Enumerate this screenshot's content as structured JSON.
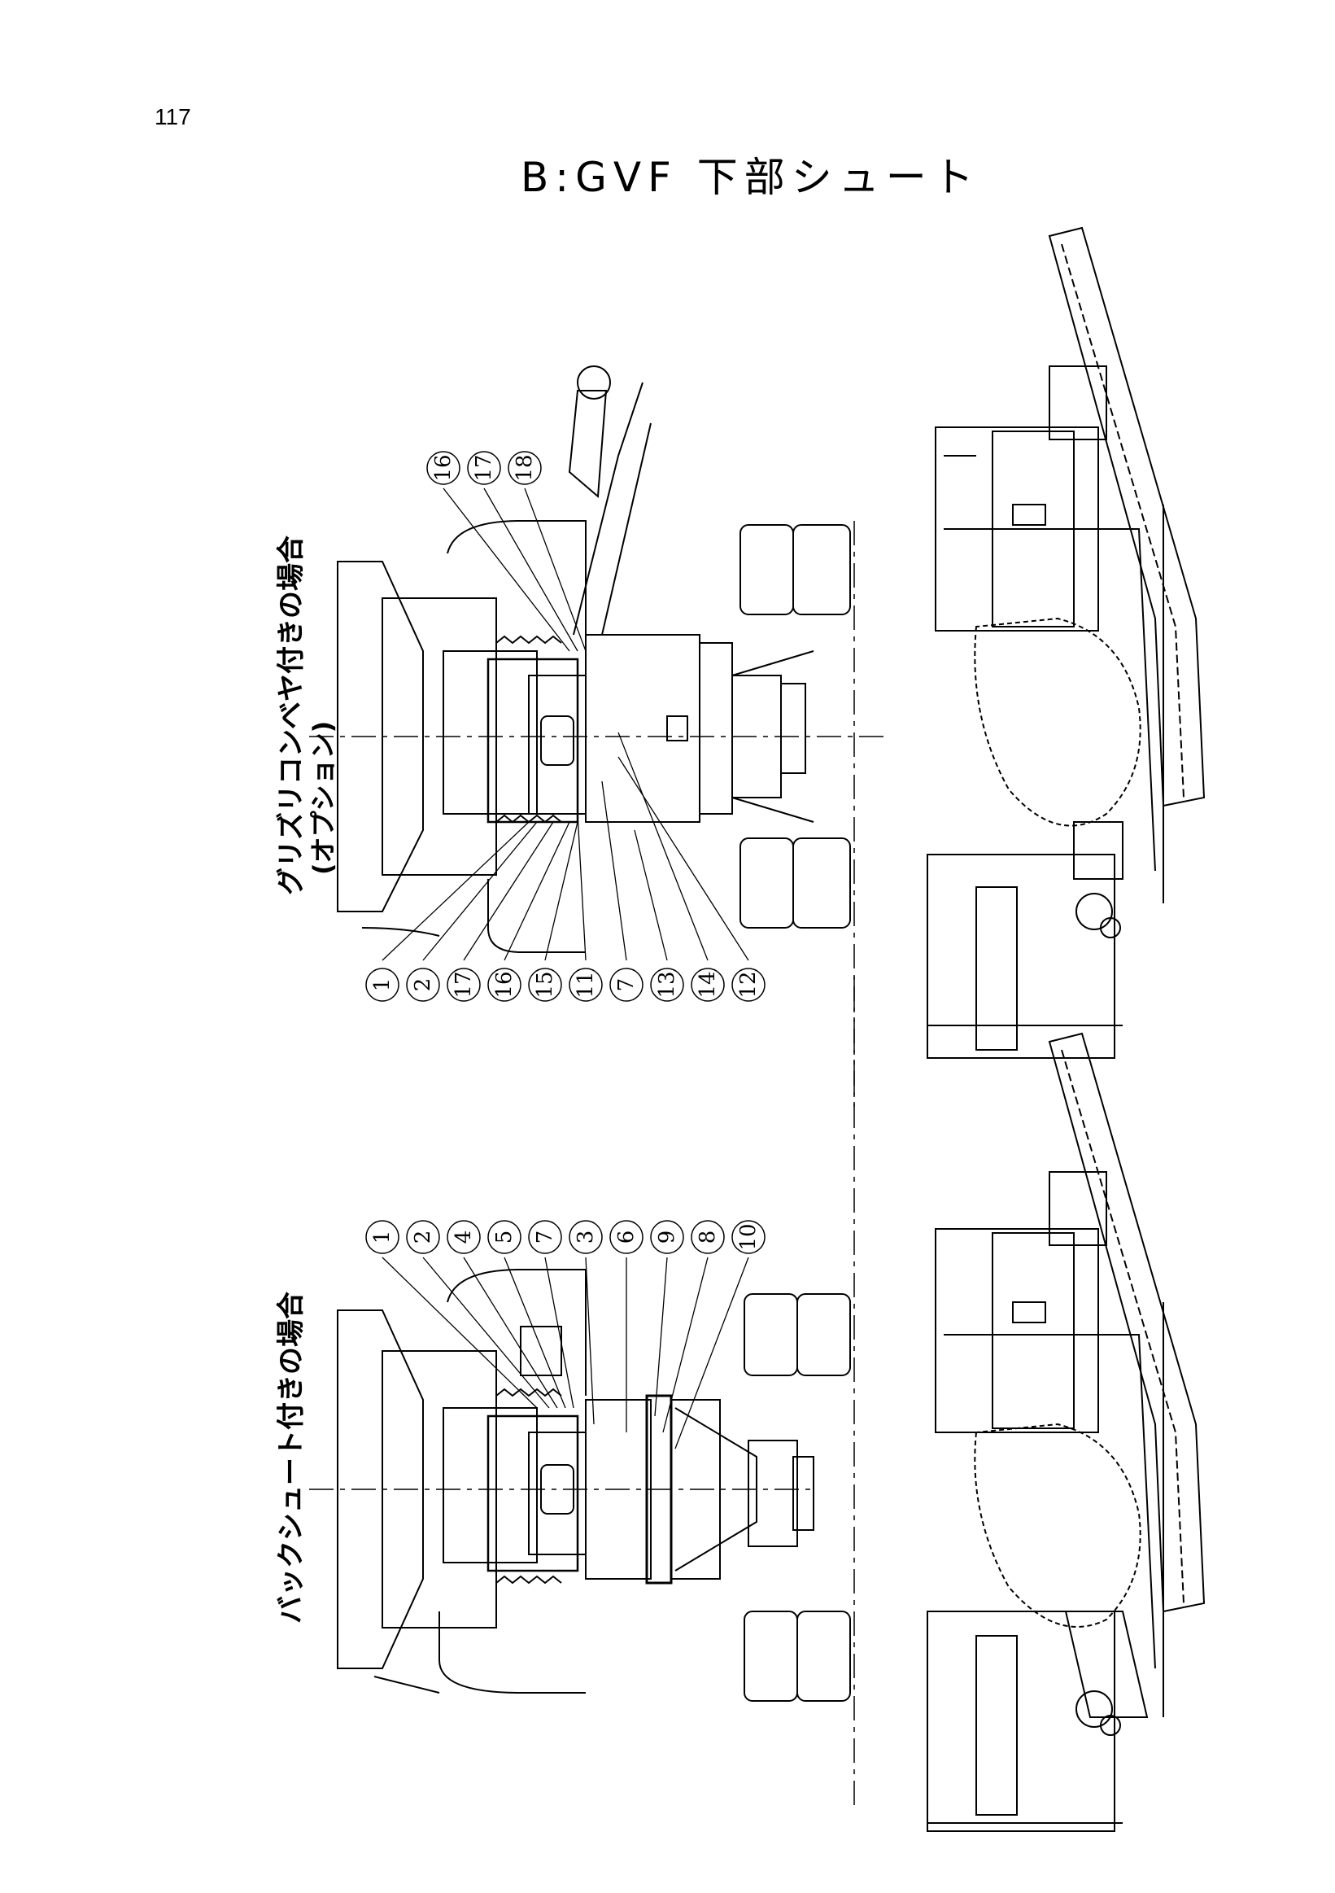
{
  "page_number": "117",
  "title": "B:GVF 下部シュート",
  "top_view_label": "グリズリコンベヤ付きの場合",
  "top_view_sublabel": "(オプション)",
  "bottom_view_label": "バックシュート付きの場合",
  "top_callouts": [
    "1",
    "2",
    "17",
    "16",
    "15",
    "11",
    "7",
    "13",
    "14",
    "12"
  ],
  "top_upper_callouts": [
    "16",
    "17",
    "18"
  ],
  "bottom_callouts": [
    "1",
    "2",
    "4",
    "5",
    "7",
    "3",
    "6",
    "9",
    "8",
    "10"
  ]
}
